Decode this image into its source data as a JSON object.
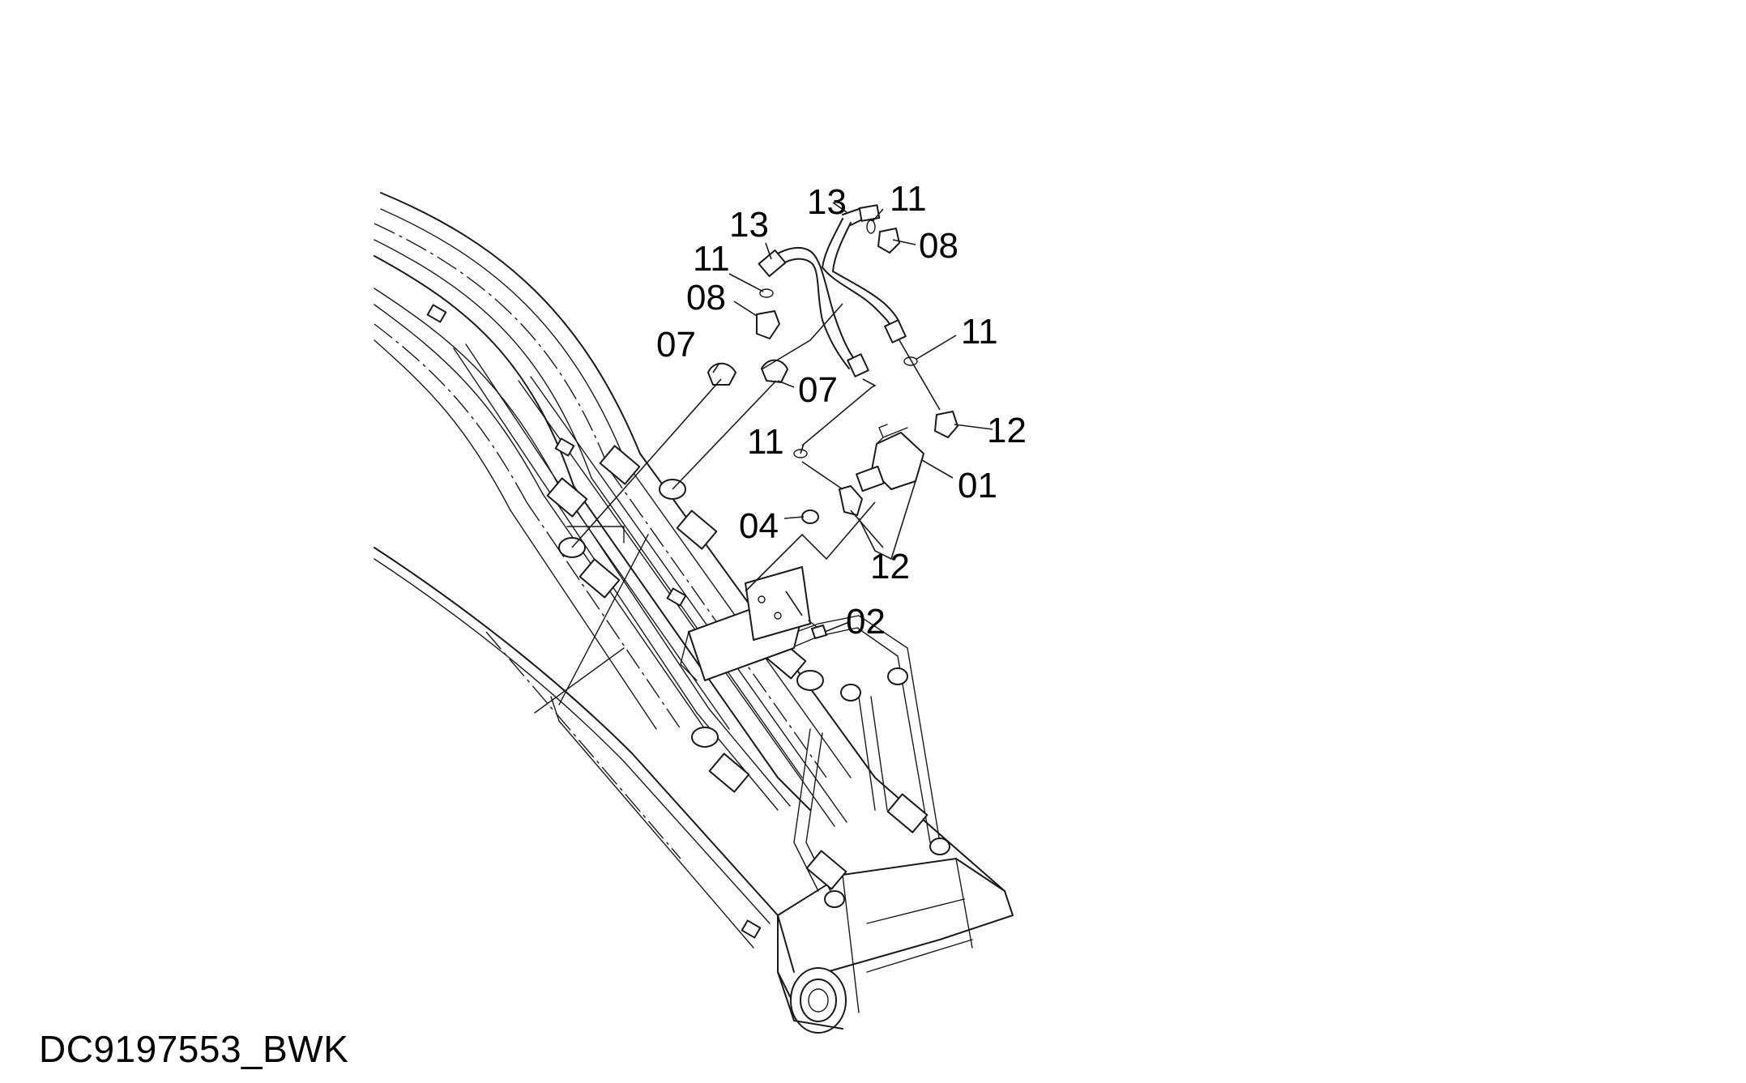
{
  "drawing": {
    "document_code": "DC9197553_BWK",
    "callouts": [
      {
        "id": "c-13-a",
        "label": "13"
      },
      {
        "id": "c-11-a",
        "label": "11"
      },
      {
        "id": "c-08-a",
        "label": "08"
      },
      {
        "id": "c-13-b",
        "label": "13"
      },
      {
        "id": "c-11-b",
        "label": "11"
      },
      {
        "id": "c-08-b",
        "label": "08"
      },
      {
        "id": "c-07-a",
        "label": "07"
      },
      {
        "id": "c-07-b",
        "label": "07"
      },
      {
        "id": "c-11-c",
        "label": "11"
      },
      {
        "id": "c-11-d",
        "label": "11"
      },
      {
        "id": "c-12-a",
        "label": "12"
      },
      {
        "id": "c-01",
        "label": "01"
      },
      {
        "id": "c-04",
        "label": "04"
      },
      {
        "id": "c-12-b",
        "label": "12"
      },
      {
        "id": "c-02",
        "label": "02"
      }
    ]
  }
}
